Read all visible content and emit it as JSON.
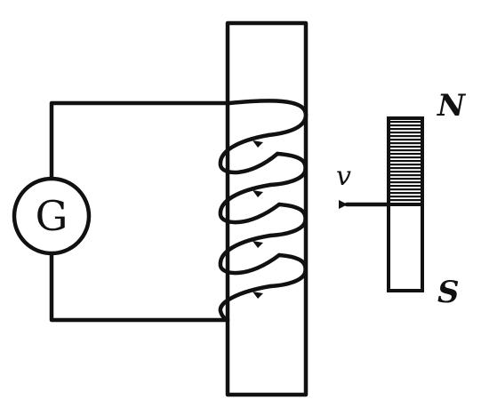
{
  "galvanometer": {
    "label": "G"
  },
  "magnet": {
    "north_label": "N",
    "south_label": "S"
  },
  "velocity": {
    "label": "v"
  },
  "colors": {
    "ink": "#111111",
    "background": "#ffffff"
  }
}
